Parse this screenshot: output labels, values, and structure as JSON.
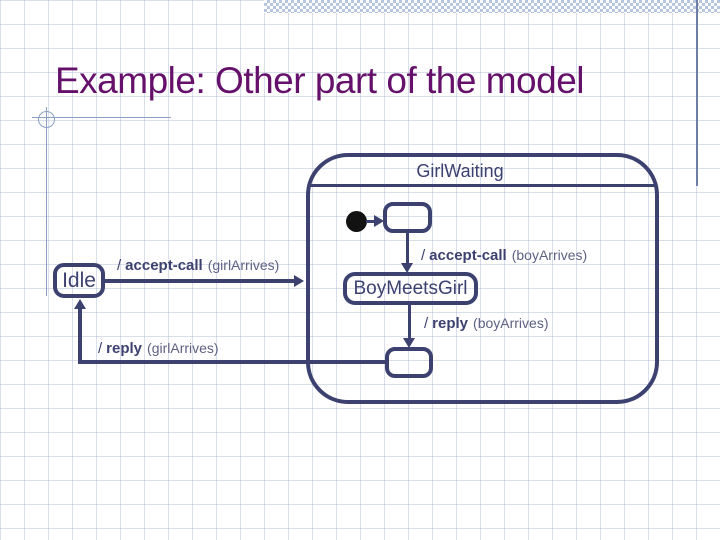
{
  "slide": {
    "title": "Example: Other part of the model",
    "colors": {
      "title_text": "#65106a",
      "diagram_ink": "#3c4170",
      "guard_text": "#5e6183",
      "accent_line": "#8ba1c4",
      "right_rule": "#6e7ea6",
      "band_blue": "#b6c6e0",
      "grid_line": "#c9d2e0"
    }
  },
  "diagram": {
    "composite_state_label": "GirlWaiting",
    "states": {
      "idle": "Idle",
      "boy_meets_girl": "BoyMeetsGirl"
    },
    "transitions": {
      "accept_call_boy": {
        "prefix": "/",
        "action": "accept-call",
        "guard": "(boyArrives)"
      },
      "accept_call_girl": {
        "prefix": "/",
        "action": "accept-call",
        "guard": "(girlArrives)"
      },
      "reply_boy": {
        "prefix": "/",
        "action": "reply",
        "guard": "(boyArrives)"
      },
      "reply_girl": {
        "prefix": "/",
        "action": "reply",
        "guard": "(girlArrives)"
      }
    }
  }
}
